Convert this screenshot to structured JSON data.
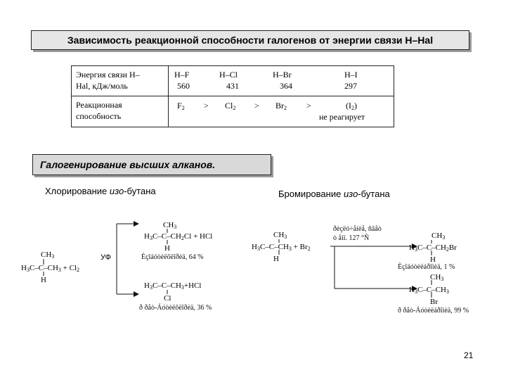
{
  "header_title": "Зависимость реакционной способности галогенов от энергии связи H–Hal",
  "table": {
    "row1_label_line1": "Энергия связи H–",
    "row1_label_line2": "Hal, кДж/моль",
    "bonds": [
      "H–F",
      "H–Cl",
      "H–Br",
      "H–I"
    ],
    "energies": [
      "560",
      "431",
      "364",
      "297"
    ],
    "row2_label_line1": "Реакционная",
    "row2_label_line2": "способность",
    "halogens": [
      "F",
      "Cl",
      "Br",
      "(I"
    ],
    "halogen_subscript": "2",
    "gt": ">",
    "halogen_close": ")",
    "no_reaction": "не реагирует"
  },
  "section_title": "Галогенирование высших алканов.",
  "chlorination": {
    "caption_prefix": "Хлорирование ",
    "caption_iso": "изо",
    "caption_suffix": "-бутана",
    "reactant_ch3_top": "CH",
    "reactant_main": "H",
    "reactant_main_rest": "C–C–CH",
    "plus_cl2": "+ Cl",
    "reactant_h": "H",
    "condition": "УФ",
    "product1_ch3": "CH",
    "product1_main": "H",
    "product1_main_rest": "C–C–CH",
    "product1_tail": "Cl + HCl",
    "product1_h": "H",
    "product1_yield": "Èçîáóòèëõëîðèä, 64 %",
    "product2_main": "H",
    "product2_main_rest": "C–C–CH",
    "product2_tail": "+HCl",
    "product2_cl": "Cl",
    "product2_yield": "ð ðåò-Áóòèëõëîðèä, 36 %"
  },
  "bromination": {
    "caption_prefix": "Бромирование ",
    "caption_iso": "изо",
    "caption_suffix": "-бутана",
    "reactant_ch3_top": "CH",
    "reactant_main": "H",
    "reactant_main_rest": "C–C–CH",
    "plus_br2": "+ Br",
    "reactant_h": "H",
    "condition_line1": "ðèçëó÷åíèå, ñâåò",
    "condition_line2": "ò åìï. 127 °Ñ",
    "product1_ch3": "CH",
    "product1_main": "H",
    "product1_main_rest": "C–C–CH",
    "product1_tail": "Br",
    "product1_h": "H",
    "product1_yield": "Èçîáóòèëáðîìèä, 1 %",
    "product2_ch3": "CH",
    "product2_main": "H",
    "product2_main_rest": "C–C–CH",
    "product2_br": "Br",
    "product2_yield": "ð ðåò-Áóòèëáðîìèä, 99 %"
  },
  "sub3": "3",
  "sub2": "2",
  "page_number": "21"
}
